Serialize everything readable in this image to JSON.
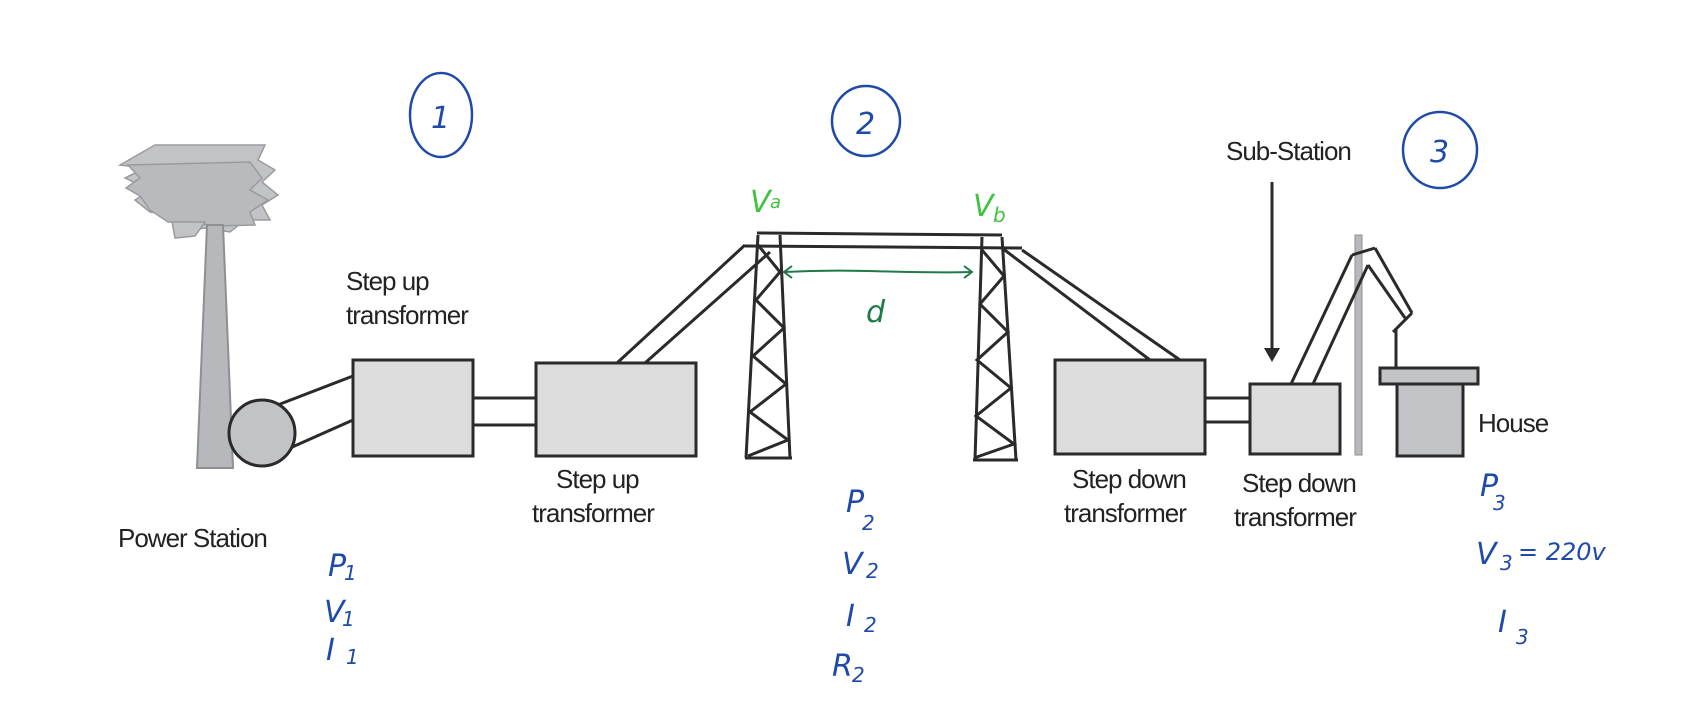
{
  "labels": {
    "power_station": "Power Station",
    "step_up_1": [
      "Step up",
      "transformer"
    ],
    "step_up_2": [
      "Step up",
      "transformer"
    ],
    "step_down_1": [
      "Step down",
      "transformer"
    ],
    "step_down_2": [
      "Step down",
      "transformer"
    ],
    "sub_station": "Sub-Station",
    "house": "House"
  },
  "stages": [
    "1",
    "2",
    "3"
  ],
  "annotations": {
    "stage1": [
      "P",
      "V",
      "I"
    ],
    "stage1_sub": [
      "1",
      "1",
      "1"
    ],
    "stage2": [
      "P",
      "V",
      "I",
      "R"
    ],
    "stage2_sub": [
      "2",
      "2",
      "2",
      "2"
    ],
    "stage3": [
      "P",
      "V",
      "I"
    ],
    "stage3_sub": [
      "3",
      "3",
      "3"
    ],
    "v3_value": "= 220v",
    "va": "V",
    "va_sub": "a",
    "vb": "V",
    "vb_sub": "b",
    "distance": "d"
  },
  "colors": {
    "ink_blue": "#1f4aa8",
    "ink_green": "#3fc43f",
    "ink_dark_green": "#1f7a4a",
    "outline": "#2a2a2a",
    "fill_grey": "#dcdcdc",
    "tower_grey": "#b7b8bb"
  }
}
